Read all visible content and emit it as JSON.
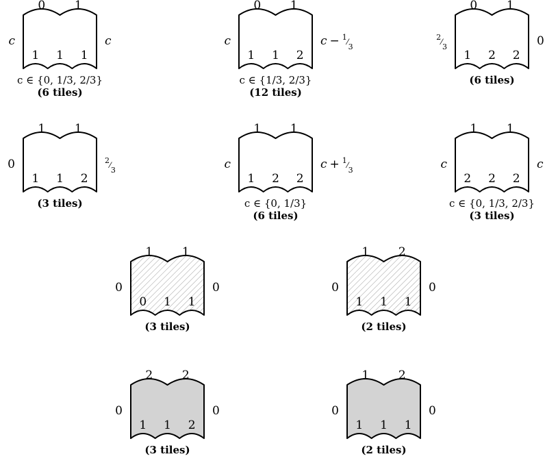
{
  "tiles": [
    {
      "top": [
        "0",
        "1"
      ],
      "bottom": [
        "1",
        "1",
        "1"
      ],
      "left": "c",
      "right": "c",
      "condition": "c ∈ {0, 1/3, 2/3}",
      "count": "(6 tiles)",
      "fill": "white"
    },
    {
      "top": [
        "0",
        "1"
      ],
      "bottom": [
        "1",
        "1",
        "2"
      ],
      "left": "c",
      "right": "c − 1/3",
      "condition": "c ∈ {1/3, 2/3}",
      "count": "(12 tiles)",
      "fill": "white"
    },
    {
      "top": [
        "0",
        "1"
      ],
      "bottom": [
        "1",
        "2",
        "2"
      ],
      "left": "2/3",
      "right": "0",
      "condition": "",
      "count": "(6 tiles)",
      "fill": "white"
    },
    {
      "top": [
        "1",
        "1"
      ],
      "bottom": [
        "1",
        "1",
        "2"
      ],
      "left": "0",
      "right": "2/3",
      "condition": "",
      "count": "(3 tiles)",
      "fill": "white"
    },
    {
      "top": [
        "1",
        "1"
      ],
      "bottom": [
        "1",
        "2",
        "2"
      ],
      "left": "c",
      "right": "c + 1/3",
      "condition": "c ∈ {0, 1/3}",
      "count": "(6 tiles)",
      "fill": "white"
    },
    {
      "top": [
        "1",
        "1"
      ],
      "bottom": [
        "2",
        "2",
        "2"
      ],
      "left": "c",
      "right": "c",
      "condition": "c ∈ {0, 1/3, 2/3}",
      "count": "(3 tiles)",
      "fill": "white"
    },
    {
      "top": [
        "1",
        "1"
      ],
      "bottom": [
        "0",
        "1",
        "1"
      ],
      "left": "0",
      "right": "0",
      "condition": "",
      "count": "(3 tiles)",
      "fill": "hatched"
    },
    {
      "top": [
        "1",
        "2"
      ],
      "bottom": [
        "1",
        "1",
        "1"
      ],
      "left": "0",
      "right": "0",
      "condition": "",
      "count": "(2 tiles)",
      "fill": "hatched"
    },
    {
      "top": [
        "2",
        "2"
      ],
      "bottom": [
        "1",
        "1",
        "2"
      ],
      "left": "0",
      "right": "0",
      "condition": "",
      "count": "(3 tiles)",
      "fill": "gray"
    },
    {
      "top": [
        "1",
        "2"
      ],
      "bottom": [
        "1",
        "1",
        "1"
      ],
      "left": "0",
      "right": "0",
      "condition": "",
      "count": "(2 tiles)",
      "fill": "gray"
    }
  ],
  "colors": {
    "gray_fill": "#d3d3d3",
    "hatch_stroke": "#9a9a9a",
    "stroke": "#000000"
  }
}
